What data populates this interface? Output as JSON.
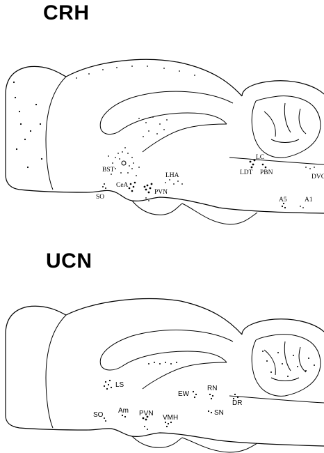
{
  "panels": {
    "crh": {
      "title": "CRH",
      "labels": [
        "BST",
        "LHA",
        "CeA",
        "PVN",
        "SO",
        "LC",
        "LDT",
        "PBN",
        "DVC",
        "A5",
        "A1"
      ]
    },
    "ucn": {
      "title": "UCN",
      "labels": [
        "LS",
        "RN",
        "EW",
        "DR",
        "SN",
        "SO",
        "Am",
        "PVN",
        "VMH"
      ]
    }
  }
}
